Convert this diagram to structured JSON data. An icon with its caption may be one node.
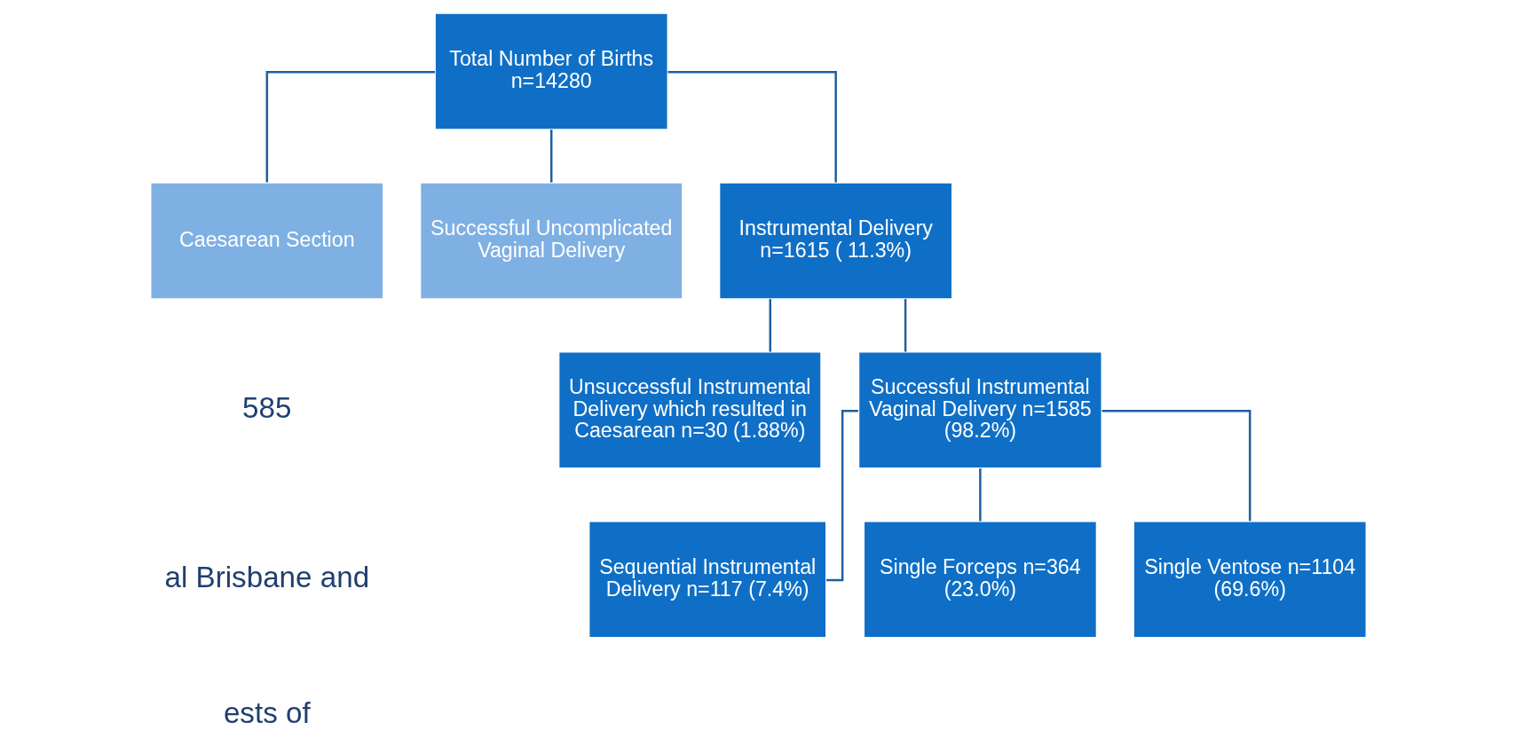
{
  "diagram": {
    "nodes": [
      {
        "text": [
          "Total Number of Births n=14280"
        ]
      },
      {
        "text": [
          "Caesarean Section"
        ]
      },
      {
        "text": [
          "Successful Uncomplicated Vaginal Delivery"
        ]
      },
      {
        "text": [
          "Instrumental Delivery n=1615 ( 11.3%)"
        ]
      },
      {
        "text": [
          "Unsuccessful Instrumental Delivery which resulted in Caesarean n=30 (1.88%)"
        ]
      },
      {
        "text": [
          "Successful Instrumental Vaginal Delivery n=1585 (98.2%)"
        ]
      },
      {
        "text": [
          "Sequential Instrumental Delivery n=117 (7.4%)"
        ]
      },
      {
        "text": [
          "Single Forceps n=364 (23.0%)"
        ]
      },
      {
        "text": [
          "Single Ventose n=1104 (69.6%)"
        ]
      }
    ],
    "edges": [
      {
        "from": 0,
        "to": 1,
        "arrow": "none"
      },
      {
        "from": 0,
        "to": 2,
        "arrow": "none"
      },
      {
        "from": 0,
        "to": 3,
        "arrow": "none"
      },
      {
        "from": 3,
        "to": 4,
        "arrow": "none"
      },
      {
        "from": 3,
        "to": 5,
        "arrow": "none"
      },
      {
        "from": 5,
        "to": 6,
        "arrow": "none"
      },
      {
        "from": 5,
        "to": 7,
        "arrow": "none"
      },
      {
        "from": 5,
        "to": 8,
        "arrow": "none"
      }
    ],
    "labels": [
      "585",
      "al Brisbane and",
      "ests of"
    ]
  }
}
